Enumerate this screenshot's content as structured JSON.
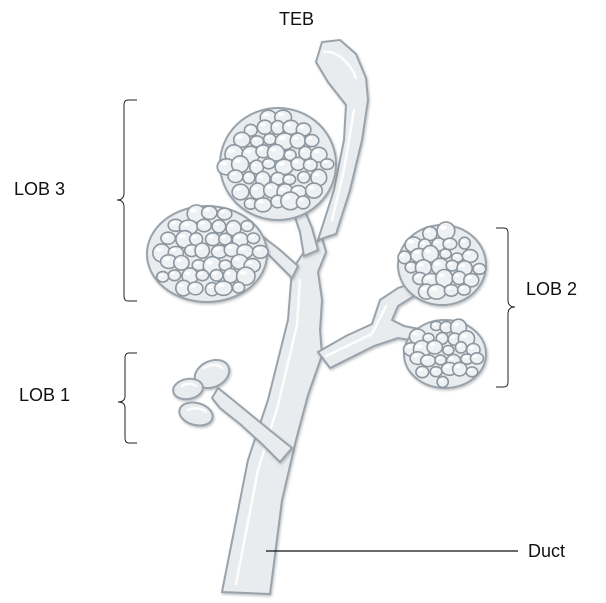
{
  "labels": {
    "teb": "TEB",
    "lob3": "LOB 3",
    "lob2": "LOB 2",
    "lob1": "LOB 1",
    "duct": "Duct"
  },
  "colors": {
    "tissue_fill": "#e9ecef",
    "tissue_outline": "#9aa3ab",
    "highlight": "#ffffff",
    "line": "#111111"
  }
}
